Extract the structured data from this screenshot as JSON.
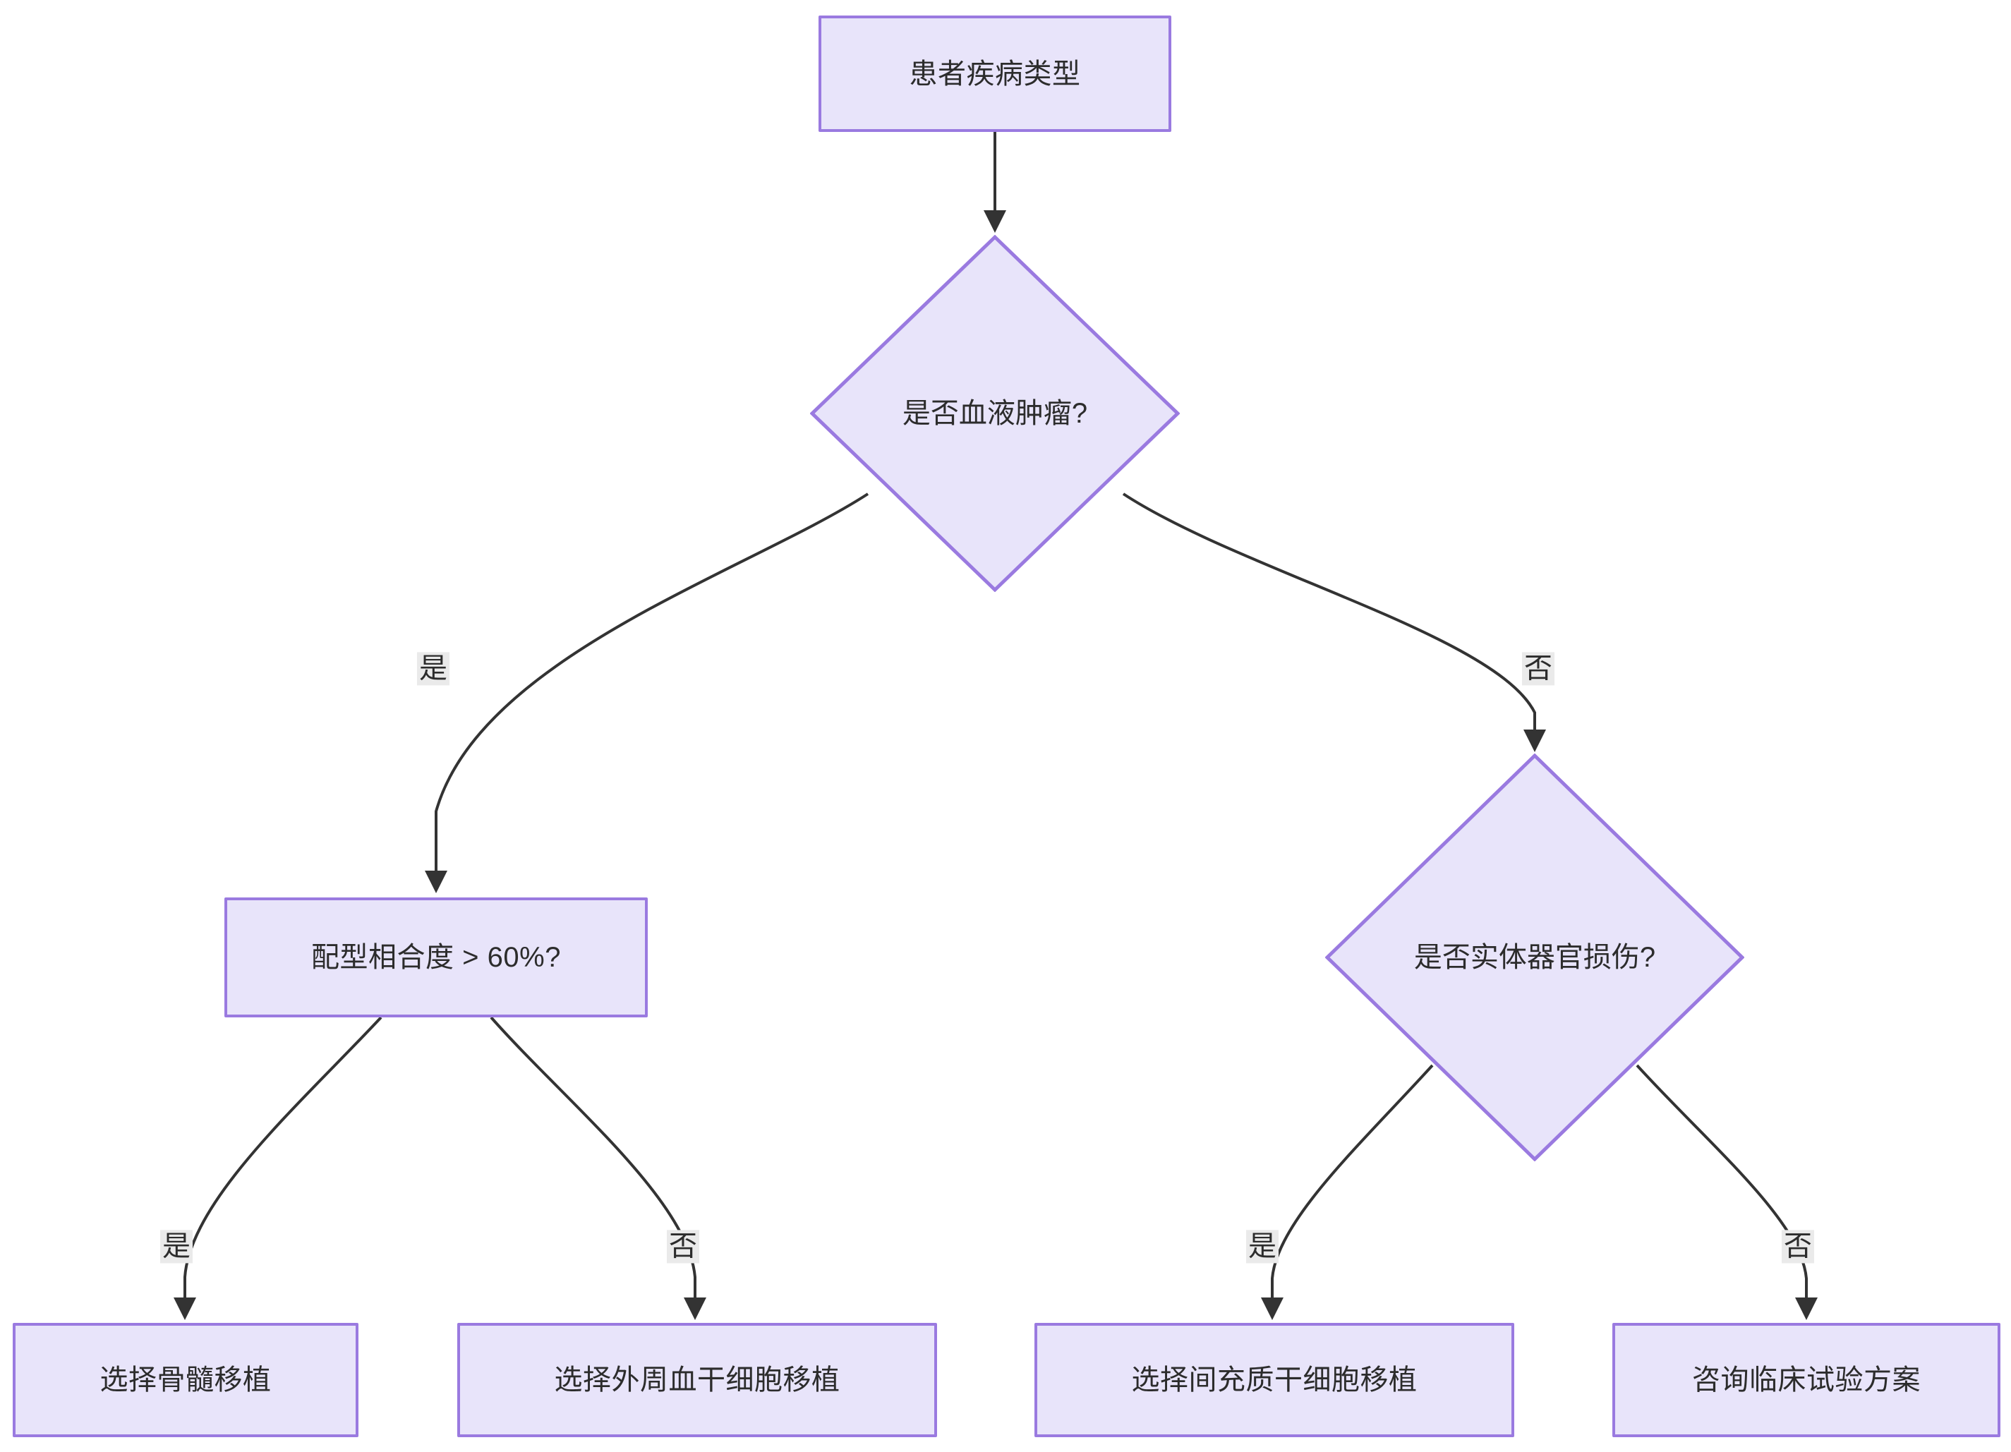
{
  "diagram": {
    "type": "decision-flowchart",
    "title_text": "",
    "colors": {
      "node_fill": "#e8e4fa",
      "node_border": "#9a7ae0",
      "edge_stroke": "#333333",
      "edge_label_bg": "#eaeaea",
      "text": "#2c2c2c",
      "background": "#ffffff"
    },
    "nodes": [
      {
        "id": "n1",
        "shape": "rect",
        "label": "患者疾病类型"
      },
      {
        "id": "n2",
        "shape": "diamond",
        "label": "是否血液肿瘤?"
      },
      {
        "id": "n3",
        "shape": "rect",
        "label": "配型相合度 > 60%?"
      },
      {
        "id": "n4",
        "shape": "diamond",
        "label": "是否实体器官损伤?"
      },
      {
        "id": "n5",
        "shape": "rect",
        "label": "选择骨髓移植"
      },
      {
        "id": "n6",
        "shape": "rect",
        "label": "选择外周血干细胞移植"
      },
      {
        "id": "n7",
        "shape": "rect",
        "label": "选择间充质干细胞移植"
      },
      {
        "id": "n8",
        "shape": "rect",
        "label": "咨询临床试验方案"
      }
    ],
    "edges": [
      {
        "from": "n1",
        "to": "n2",
        "label": ""
      },
      {
        "from": "n2",
        "to": "n3",
        "label": "是"
      },
      {
        "from": "n2",
        "to": "n4",
        "label": "否"
      },
      {
        "from": "n3",
        "to": "n5",
        "label": "是"
      },
      {
        "from": "n3",
        "to": "n6",
        "label": "否"
      },
      {
        "from": "n4",
        "to": "n7",
        "label": "是"
      },
      {
        "from": "n4",
        "to": "n8",
        "label": "否"
      }
    ]
  }
}
